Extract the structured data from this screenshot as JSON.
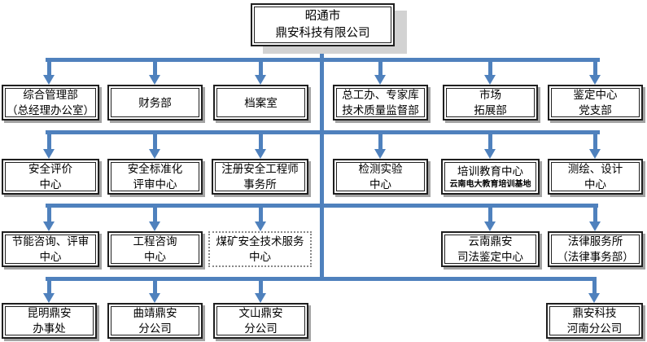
{
  "colors": {
    "connector": "#4F81BD",
    "box_border": "#1f1f1f",
    "box_shadow": "#a3a3a3",
    "root_shadow": "#d2d2d2"
  },
  "root": {
    "lines": [
      "昭通市",
      "鼎安科技有限公司"
    ]
  },
  "rows": [
    {
      "boxes": [
        {
          "lines": [
            "综合管理部",
            "（总经理办公室）"
          ]
        },
        {
          "lines": [
            "财务部"
          ]
        },
        {
          "lines": [
            "档案室"
          ]
        },
        {
          "lines": [
            "总工办、专家库",
            "技术质量监督部"
          ]
        },
        {
          "lines": [
            "市场",
            "拓展部"
          ]
        },
        {
          "lines": [
            "鉴定中心",
            "党支部"
          ]
        }
      ]
    },
    {
      "boxes": [
        {
          "lines": [
            "安全评价",
            "中心"
          ]
        },
        {
          "lines": [
            "安全标准化",
            "评审中心"
          ]
        },
        {
          "lines": [
            "注册安全工程师",
            "事务所"
          ]
        },
        {
          "lines": [
            "检测实验",
            "中心"
          ]
        },
        {
          "lines": [
            "培训教育中心"
          ],
          "subtitle": "云南电大教育培训基地"
        },
        {
          "lines": [
            "测绘、设计",
            "中心"
          ]
        }
      ]
    },
    {
      "boxes": [
        {
          "lines": [
            "节能咨询、评审",
            "中心"
          ]
        },
        {
          "lines": [
            "工程咨询",
            "中心"
          ]
        },
        {
          "lines": [
            "煤矿安全技术服务",
            "中心"
          ],
          "border_style": "dotted"
        },
        {
          "lines": [
            "云南鼎安",
            "司法鉴定中心"
          ]
        },
        {
          "lines": [
            "法律服务所",
            "（法律事务部）"
          ]
        }
      ]
    },
    {
      "boxes": [
        {
          "lines": [
            "昆明鼎安",
            "办事处"
          ]
        },
        {
          "lines": [
            "曲靖鼎安",
            "分公司"
          ]
        },
        {
          "lines": [
            "文山鼎安",
            "分公司"
          ]
        },
        {
          "lines": [
            "鼎安科技",
            "河南分公司"
          ]
        }
      ]
    }
  ]
}
